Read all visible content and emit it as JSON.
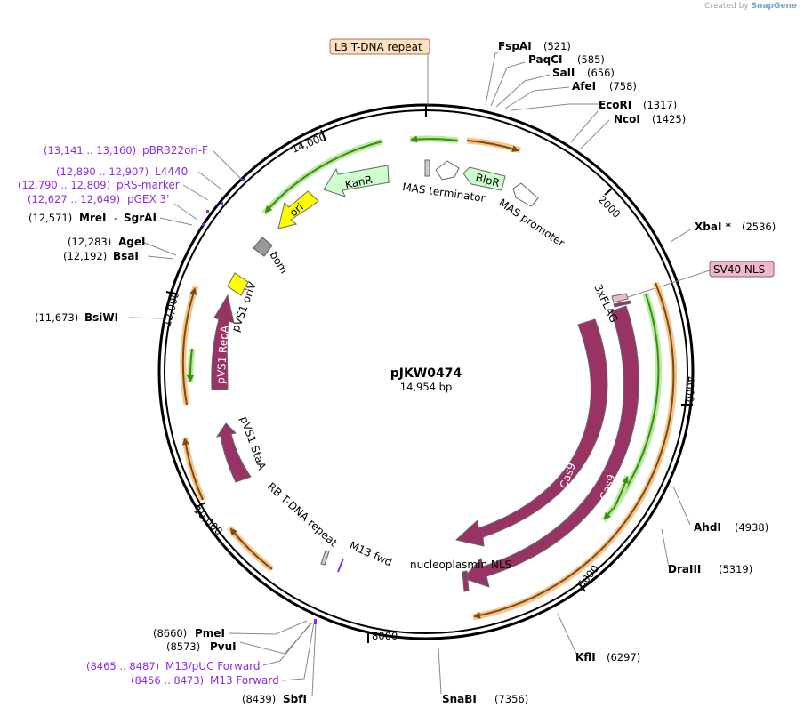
{
  "credit": {
    "prefix": "Created by",
    "brand": "SnapGene"
  },
  "plasmid": {
    "name": "pJKW0474",
    "size": "14,954 bp"
  },
  "ticks": [
    "2000",
    "4000",
    "6000",
    "8000",
    "10,000",
    "12,000",
    "14,000"
  ],
  "enzymes": [
    {
      "name": "FspAI",
      "pos": "(521)"
    },
    {
      "name": "PaqCI",
      "pos": "(585)"
    },
    {
      "name": "SalI",
      "pos": "(656)"
    },
    {
      "name": "AfeI",
      "pos": "(758)"
    },
    {
      "name": "EcoRI",
      "pos": "(1317)"
    },
    {
      "name": "NcoI",
      "pos": "(1425)"
    },
    {
      "name": "XbaI *",
      "pos": "(2536)"
    },
    {
      "name": "AhdI",
      "pos": "(4938)"
    },
    {
      "name": "DraIII",
      "pos": "(5319)"
    },
    {
      "name": "KflI",
      "pos": "(6297)"
    },
    {
      "name": "SnaBI",
      "pos": "(7356)"
    },
    {
      "name": "SbfI",
      "pos": "(8439)"
    },
    {
      "name": "PvuI",
      "pos": "(8573)"
    },
    {
      "name": "PmeI",
      "pos": "(8660)"
    },
    {
      "name": "BsiWI",
      "pos": "(11,673)"
    },
    {
      "name": "BsaI",
      "pos": "(12,192)"
    },
    {
      "name": "AgeI",
      "pos": "(12,283)"
    },
    {
      "name": "MreI",
      "sep": "-",
      "name2": "SgrAI",
      "pos": "(12,571)"
    }
  ],
  "primers": [
    {
      "name": "pBR322ori-F",
      "pos": "(13,141 .. 13,160)"
    },
    {
      "name": "L4440",
      "pos": "(12,890 .. 12,907)"
    },
    {
      "name": "pRS-marker",
      "pos": "(12,790 .. 12,809)"
    },
    {
      "name": "pGEX 3'",
      "pos": "(12,627 .. 12,649)"
    },
    {
      "name": "M13/pUC Forward",
      "pos": "(8465 .. 8487)"
    },
    {
      "name": "M13 Forward",
      "pos": "(8456 .. 8473)"
    }
  ],
  "features": {
    "lb_repeat": "LB T-DNA repeat",
    "sv40_nls": "SV40 NLS",
    "mas_terminator": "MAS terminator",
    "mas_promoter": "MAS promoter",
    "blpr": "BlpR",
    "kanr": "KanR",
    "ori": "ori",
    "bom": "bom",
    "pvs1_oriv": "pVS1 oriV",
    "pvs1_repa": "pVS1 RepA",
    "pvs1_staa": "pVS1 StaA",
    "rb_repeat": "RB T-DNA repeat",
    "m13_fwd": "M13 fwd",
    "three_x_flag": "3xFLAG",
    "cas9_inner": "Cas9",
    "cas9_outer": "Cas9",
    "nucleoplasmin_nls": "nucleoplasmin NLS"
  },
  "colors": {
    "backbone": "#000000",
    "cds": "#993366",
    "resistance": "#ccffcc",
    "ori": "#ffff00",
    "orf_orange": "#d38b2b",
    "orf_green": "#4a9d1f",
    "primer": "#8b2be2",
    "sv40_fill": "#f0b8cc",
    "lb_fill": "#fde0bf"
  }
}
